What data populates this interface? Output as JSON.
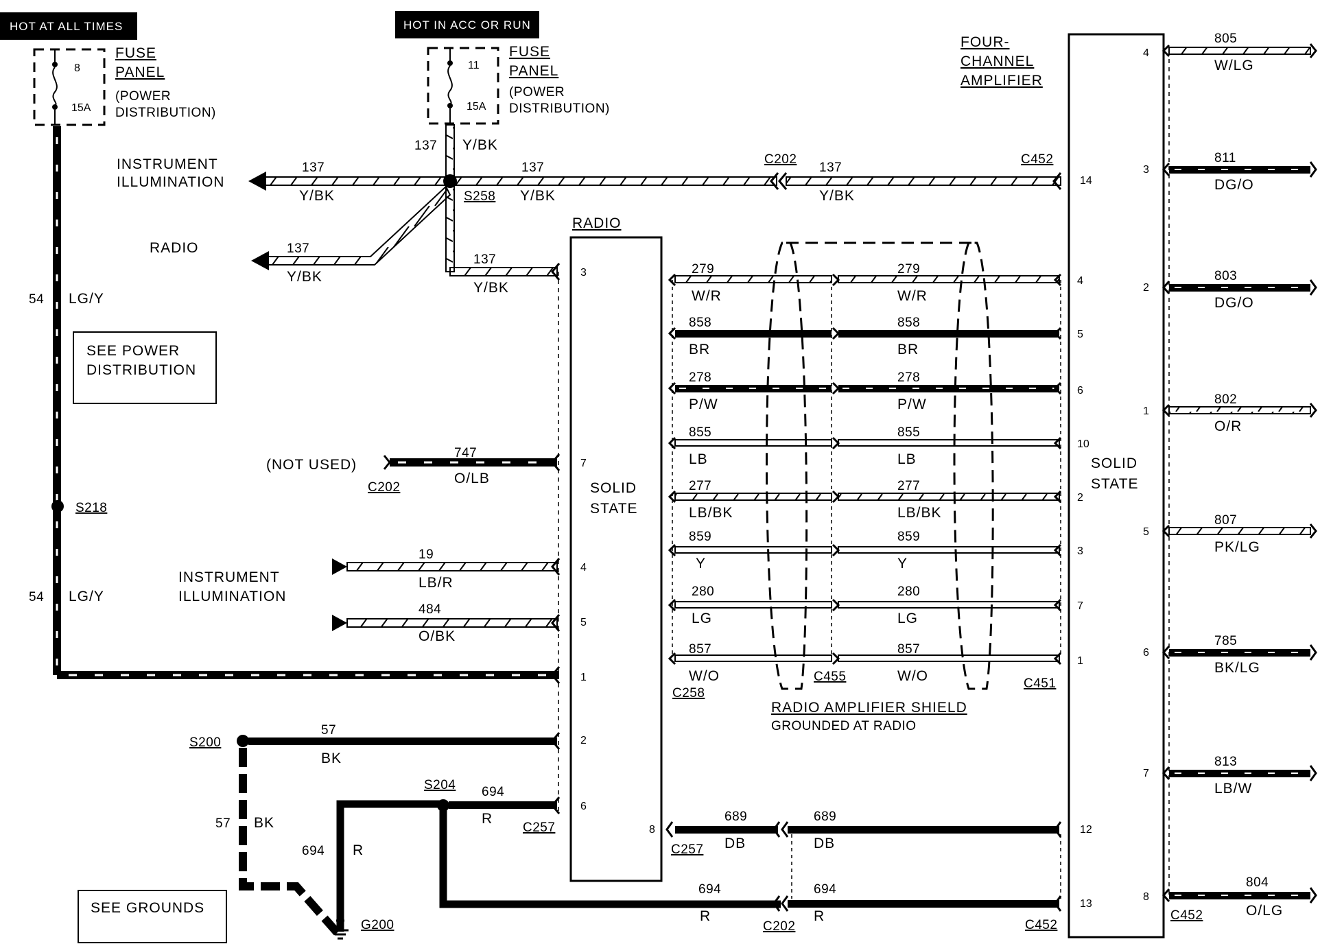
{
  "headers": {
    "hot_all_times": "HOT AT ALL TIMES",
    "hot_acc_run": "HOT IN ACC OR RUN"
  },
  "fuse_panels": {
    "fuse1": {
      "number": "8",
      "rating": "15A"
    },
    "fuse2": {
      "number": "11",
      "rating": "15A"
    },
    "label_line1": "FUSE",
    "label_line2": "PANEL",
    "label_line3": "(POWER",
    "label_line4": "DISTRIBUTION)"
  },
  "components": {
    "instrument_illumination_1": "INSTRUMENT",
    "instrument_illumination_2": "ILLUMINATION",
    "radio_feed": "RADIO",
    "not_used": "(NOT USED)",
    "see_power_1": "SEE POWER",
    "see_power_2": "DISTRIBUTION",
    "see_grounds": "SEE GROUNDS",
    "radio_title": "RADIO",
    "radio_state_1": "SOLID",
    "radio_state_2": "STATE",
    "amp_title_1": "FOUR-",
    "amp_title_2": "CHANNEL",
    "amp_title_3": "AMPLIFIER",
    "amp_state_1": "SOLID",
    "amp_state_2": "STATE",
    "shield_1": "RADIO AMPLIFIER SHIELD",
    "shield_2": "GROUNDED AT RADIO"
  },
  "splices": {
    "s258": "S258",
    "s218": "S218",
    "s200": "S200",
    "s204": "S204",
    "g200": "G200"
  },
  "connectors": {
    "c202": "C202",
    "c452": "C452",
    "c455": "C455",
    "c451": "C451",
    "c258": "C258",
    "c257": "C257"
  },
  "wires": {
    "w137": "137",
    "yb": "Y/BK",
    "w54": "54",
    "lgy": "LG/Y",
    "w747": "747",
    "olb": "O/LB",
    "w19": "19",
    "lbr": "LB/R",
    "w484": "484",
    "obk": "O/BK",
    "w57": "57",
    "bk": "BK",
    "w694": "694",
    "r": "R",
    "w689": "689",
    "db": "DB",
    "w279": "279",
    "wr": "W/R",
    "w858": "858",
    "br": "BR",
    "w278": "278",
    "pw": "P/W",
    "w855": "855",
    "lb": "LB",
    "w277": "277",
    "lbbk": "LB/BK",
    "w859": "859",
    "y": "Y",
    "w280": "280",
    "lg": "LG",
    "w857": "857",
    "wo": "W/O",
    "w805": "805",
    "wlg": "W/LG",
    "w811": "811",
    "dgo": "DG/O",
    "w803": "803",
    "w802": "802",
    "or": "O/R",
    "w807": "807",
    "pklg": "PK/LG",
    "w785": "785",
    "bklg": "BK/LG",
    "w813": "813",
    "lbw": "LB/W",
    "w804": "804",
    "olg": "O/LG"
  },
  "pins": {
    "radio": [
      "3",
      "7",
      "4",
      "5",
      "1",
      "2",
      "6",
      "8"
    ],
    "amp_in": [
      "14",
      "4",
      "5",
      "6",
      "10",
      "2",
      "3",
      "7",
      "1",
      "12",
      "13"
    ],
    "amp_out": [
      "4",
      "3",
      "2",
      "1",
      "5",
      "6",
      "7",
      "8"
    ]
  }
}
